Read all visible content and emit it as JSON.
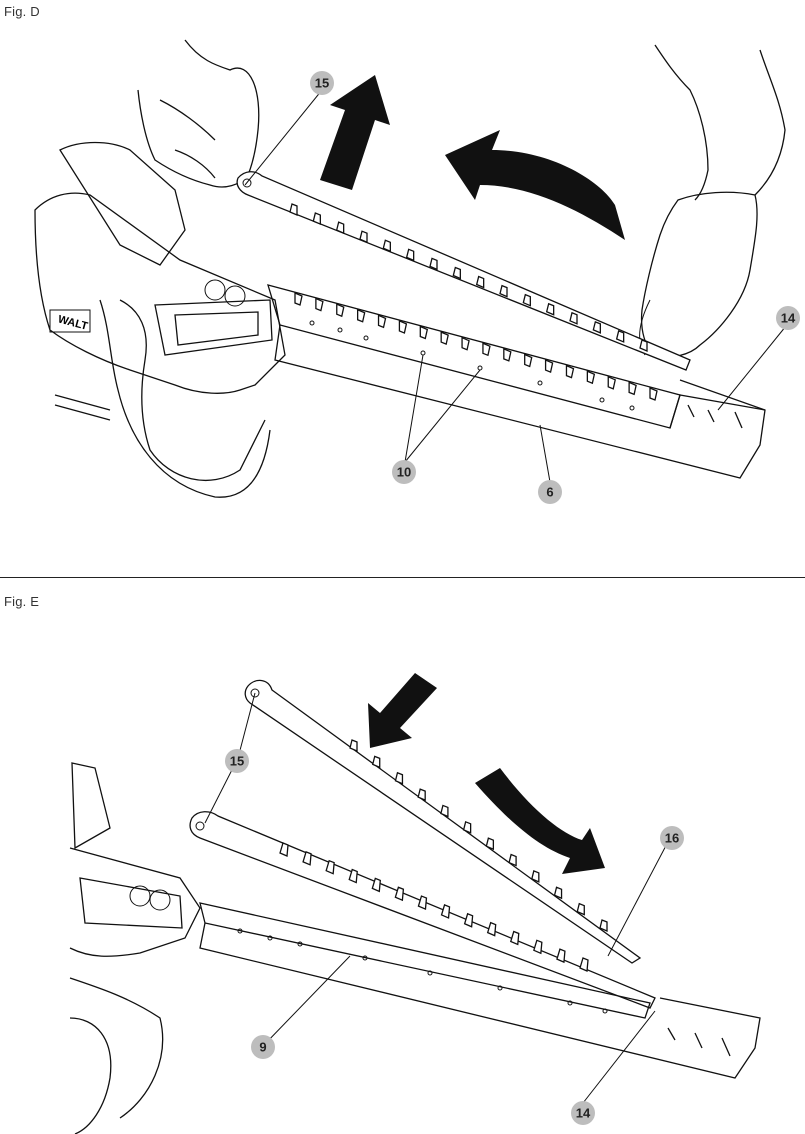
{
  "figures": [
    {
      "label": "Fig. D",
      "callouts": [
        "15",
        "14",
        "10",
        "6"
      ]
    },
    {
      "label": "Fig. E",
      "callouts": [
        "15",
        "16",
        "9",
        "14"
      ]
    }
  ],
  "brand_text": "WALT"
}
